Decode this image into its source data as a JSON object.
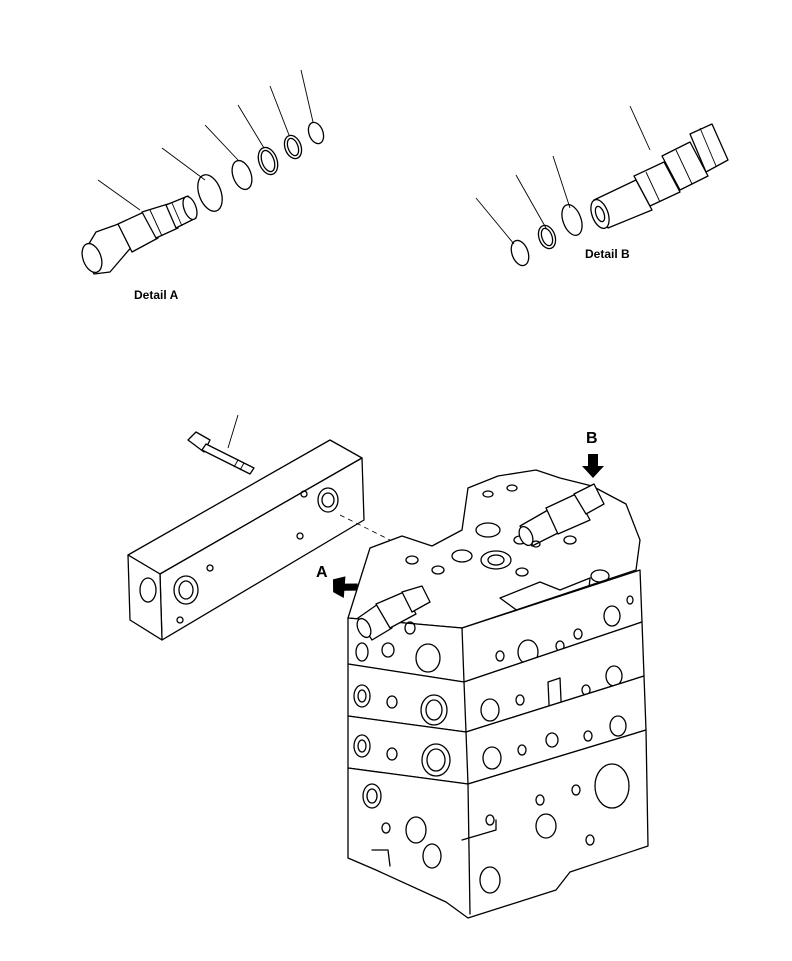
{
  "labels": {
    "detail_a": "Detail A",
    "detail_b": "Detail B",
    "marker_a": "A",
    "marker_b": "B"
  }
}
